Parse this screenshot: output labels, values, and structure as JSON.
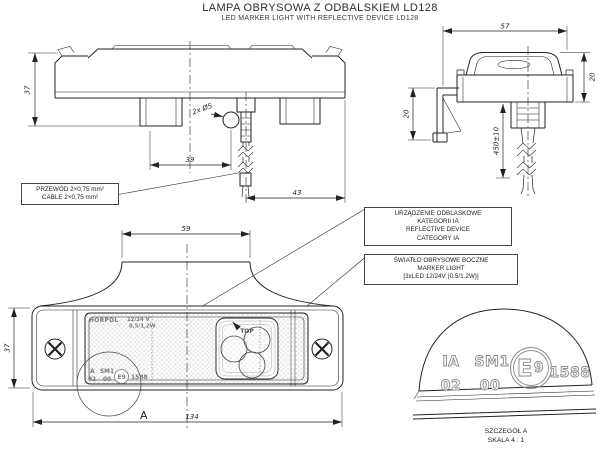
{
  "title": {
    "line1": "LAMPA OBRYSOWA Z ODBALSKIEM LD128",
    "line2": "LED MARKER LIGHT WITH REFLECTIVE DEVICE LD128"
  },
  "side_view": {
    "dim_height": "37",
    "dim_hole_spacing": "39",
    "dim_cable_to_end": "43",
    "holes_label": "2x Ø5"
  },
  "cable_note": {
    "line1": "PRZEWÓD 2×0,75 mm²",
    "line2": "CABLE 2×0,75 mm²"
  },
  "end_view": {
    "dim_width": "57",
    "dim_lens_height": "20",
    "dim_bracket_height": "20",
    "dim_cable_length": "450±10"
  },
  "callout_reflective": {
    "line1": "URZĄDZENIE ODBLASKOWE",
    "line2": "KATEGORII IA",
    "line3": "REFLECTIVE DEVICE",
    "line4": "CATEGORY IA"
  },
  "callout_marker": {
    "line1": "ŚWIATŁO OBRYSOWE BOCZNE",
    "line2": "MARKER LIGHT",
    "line3": "[3xLED 12/24V (0.5/1.2W)]"
  },
  "front_view": {
    "dim_bracket_width": "59",
    "dim_height": "37",
    "dim_total_width": "134",
    "detail_ref": "A"
  },
  "lens_markings": {
    "brand": "HORPOL",
    "voltage": "12/24 V",
    "power": "0,5/1,2W",
    "category": "IA",
    "type": "SM1",
    "row2a": "02",
    "row2b": "00",
    "e_mark": "E9",
    "approval_number": "1588",
    "orientation": "TOP"
  },
  "detail_a": {
    "category": "IA",
    "type": "SM1",
    "row2a": "02",
    "row2b": "00",
    "e_letter": "E",
    "e_digit": "9",
    "approval_number": "1588",
    "caption_line1": "SZCZEGÓŁ A",
    "caption_line2": "SKALA 4 : 1"
  },
  "colors": {
    "line": "#222222",
    "stamp_gray": "#8a8a8a",
    "background": "#ffffff"
  }
}
